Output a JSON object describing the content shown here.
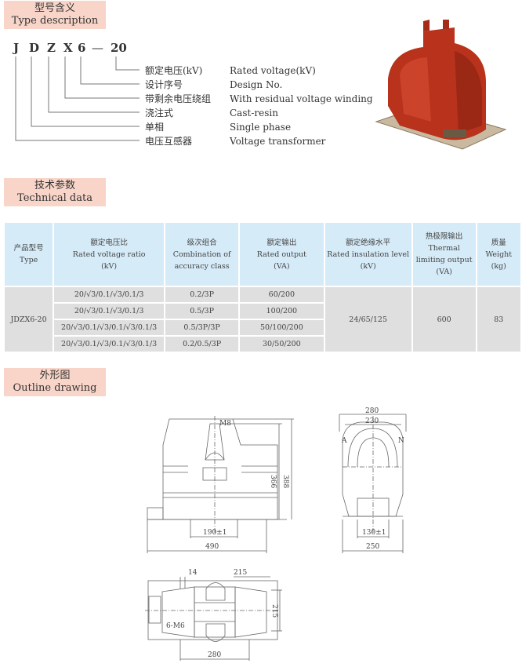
{
  "type_section": {
    "title_cn": "型号含义",
    "title_en": "Type description"
  },
  "model_letters": [
    "J",
    "D",
    "Z",
    "X",
    "6",
    "—",
    "20"
  ],
  "type_items": [
    {
      "cn": "额定电压(kV)",
      "en": "Rated voltage(kV)"
    },
    {
      "cn": "设计序号",
      "en": "Design No."
    },
    {
      "cn": "带剩余电压绕组",
      "en": "With residual voltage winding"
    },
    {
      "cn": "浇注式",
      "en": "Cast-resin"
    },
    {
      "cn": "单相",
      "en": "Single phase"
    },
    {
      "cn": "电压互感器",
      "en": "Voltage transformer"
    }
  ],
  "tech_section": {
    "title_cn": "技术参数",
    "title_en": "Technical data"
  },
  "table": {
    "headers": [
      {
        "cn": "产品型号",
        "en": "Type"
      },
      {
        "cn": "额定电压比",
        "en": "Rated voltage ratio",
        "unit": "(kV)"
      },
      {
        "cn": "级次组合",
        "en": "Combination of",
        "en2": "accuracy class"
      },
      {
        "cn": "额定输出",
        "en": "Rated output",
        "unit": "(VA)"
      },
      {
        "cn": "额定绝缘水平",
        "en": "Rated insulation level",
        "unit": "(kV)"
      },
      {
        "cn": "热极限输出",
        "en": "Thermal",
        "en2": "limiting output",
        "unit": "(VA)"
      },
      {
        "cn": "质量",
        "en": "Weight",
        "unit": "(kg)"
      }
    ],
    "type": "JDZX6-20",
    "rows": [
      {
        "ratio": "20/√3/0.1/√3/0.1/3",
        "accuracy": "0.2/3P",
        "output": "60/200"
      },
      {
        "ratio": "20/√3/0.1/√3/0.1/3",
        "accuracy": "0.5/3P",
        "output": "100/200"
      },
      {
        "ratio": "20/√3/0.1/√3/0.1/√3/0.1/3",
        "accuracy": "0.5/3P/3P",
        "output": "50/100/200"
      },
      {
        "ratio": "20/√3/0.1/√3/0.1/√3/0.1/3",
        "accuracy": "0.2/0.5/3P",
        "output": "30/50/200"
      }
    ],
    "insulation": "24/65/125",
    "thermal": "600",
    "weight": "83"
  },
  "outline_section": {
    "title_cn": "外形图",
    "title_en": "Outline drawing"
  },
  "drawing": {
    "m8": "M8",
    "d366": "366",
    "d388": "388",
    "d190": "190±1",
    "d490": "490",
    "d280": "280",
    "d230": "230",
    "a": "A",
    "n": "N",
    "d130": "130±1",
    "d250": "250",
    "d14": "14",
    "d215a": "215",
    "d215b": "215",
    "m6": "6-M6",
    "d280b": "280"
  },
  "colors": {
    "section_bg": "#f8d5c8",
    "header_bg": "#d6ebf8",
    "cell_bg": "#dfdfdf",
    "product_red": "#b8321c"
  }
}
